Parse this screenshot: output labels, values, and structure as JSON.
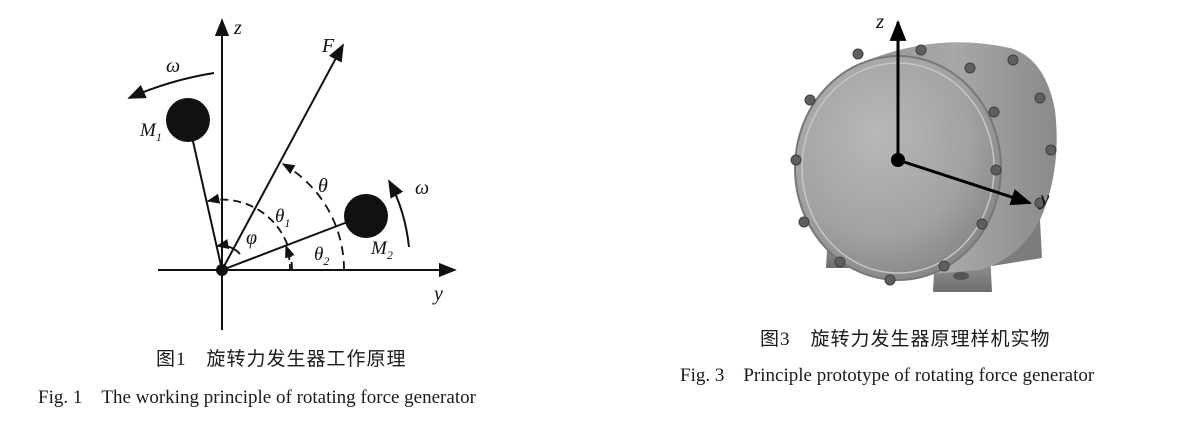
{
  "figure1": {
    "labels": {
      "z": "z",
      "y": "y",
      "F": "F",
      "omega_top": "ω",
      "omega_right": "ω",
      "M1": "M",
      "M1_sub": "1",
      "M2": "M",
      "M2_sub": "2",
      "theta": "θ",
      "theta1": "θ",
      "theta1_sub": "1",
      "theta2": "θ",
      "theta2_sub": "2",
      "phi": "φ"
    },
    "caption_cn": "图1　旋转力发生器工作原理",
    "caption_en": "Fig. 1　The working principle of rotating force generator"
  },
  "figure3": {
    "labels": {
      "z": "z",
      "y": "y"
    },
    "caption_cn": "图3　旋转力发生器原理样机实物",
    "caption_en": "Fig. 3　Principle prototype of rotating force generator"
  },
  "colors": {
    "ink": "#111111",
    "device_body": "#9a9a9a"
  }
}
